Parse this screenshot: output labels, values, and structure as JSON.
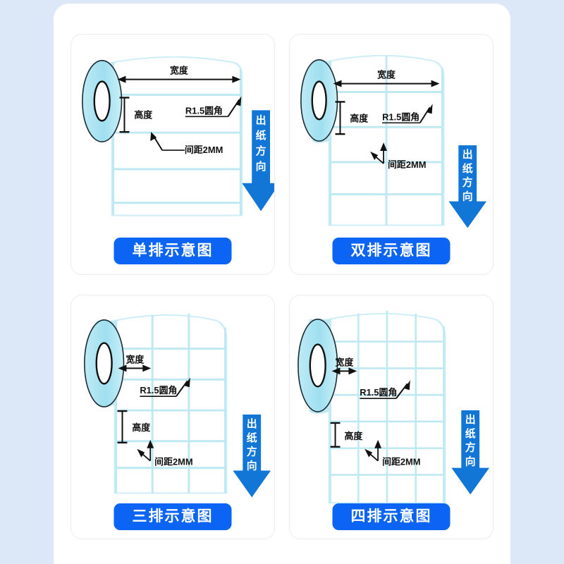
{
  "colors": {
    "page_background": "#dce8f8",
    "sheet": "#ffffff",
    "accent_blue": "#0b64f4",
    "arrow_blue": "#1176d6",
    "roll_cyan": "#a6e2f0",
    "label_outline": "#bfe9f2"
  },
  "panels": [
    {
      "id": "single-row",
      "caption": "单排示意图",
      "columns": 1,
      "rows": 4,
      "labels": {
        "width": "宽度",
        "height": "高度",
        "corner_radius": "R1.5圆角",
        "gap": "间距2MM"
      },
      "feed_arrow": {
        "text": "出纸方向",
        "chars": [
          "出",
          "纸",
          "方",
          "向"
        ]
      }
    },
    {
      "id": "double-row",
      "caption": "双排示意图",
      "columns": 2,
      "rows": 4,
      "labels": {
        "width": "宽度",
        "height": "高度",
        "corner_radius": "R1.5圆角",
        "gap": "间距2MM"
      },
      "feed_arrow": {
        "text": "出纸方向",
        "chars": [
          "出",
          "纸",
          "方",
          "向"
        ]
      }
    },
    {
      "id": "triple-row",
      "caption": "三排示意图",
      "columns": 3,
      "rows": 5,
      "labels": {
        "width": "宽度",
        "height": "高度",
        "corner_radius": "R1.5圆角",
        "gap": "间距2MM"
      },
      "feed_arrow": {
        "text": "出纸方向",
        "chars": [
          "出",
          "纸",
          "方",
          "向"
        ]
      }
    },
    {
      "id": "quad-row",
      "caption": "四排示意图",
      "columns": 4,
      "rows": 6,
      "labels": {
        "width": "宽度",
        "height": "高度",
        "corner_radius": "R1.5圆角",
        "gap": "间距2MM"
      },
      "feed_arrow": {
        "text": "出纸方向",
        "chars": [
          "出",
          "纸",
          "方",
          "向"
        ]
      }
    }
  ]
}
